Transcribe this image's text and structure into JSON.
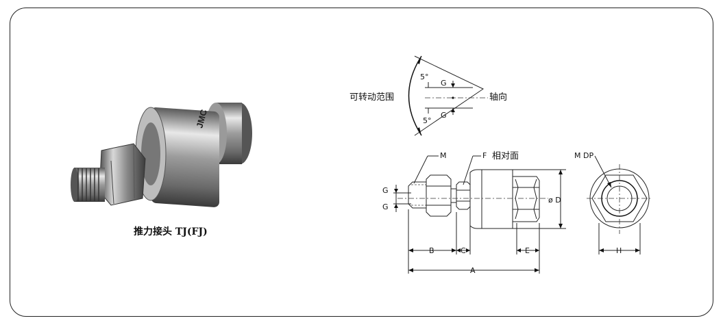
{
  "caption": "推力接头 TJ(FJ)",
  "photo": {
    "brand_text": "JMC"
  },
  "swing": {
    "range_label": "可转动范围",
    "axis_label": "轴向",
    "angle_top": "5°",
    "angle_bottom": "5°",
    "offset_top": "G",
    "offset_bottom": "G"
  },
  "side_view": {
    "m_label": "M",
    "f_label": "F",
    "flats_label": "相对面",
    "g_top": "G",
    "g_bottom": "G",
    "diameter_label": "ø D",
    "dim_b": "B",
    "dim_c": "C",
    "dim_e": "E",
    "dim_a": "A"
  },
  "end_view": {
    "m_dp_label": "M  DP",
    "dim_h": "H"
  }
}
